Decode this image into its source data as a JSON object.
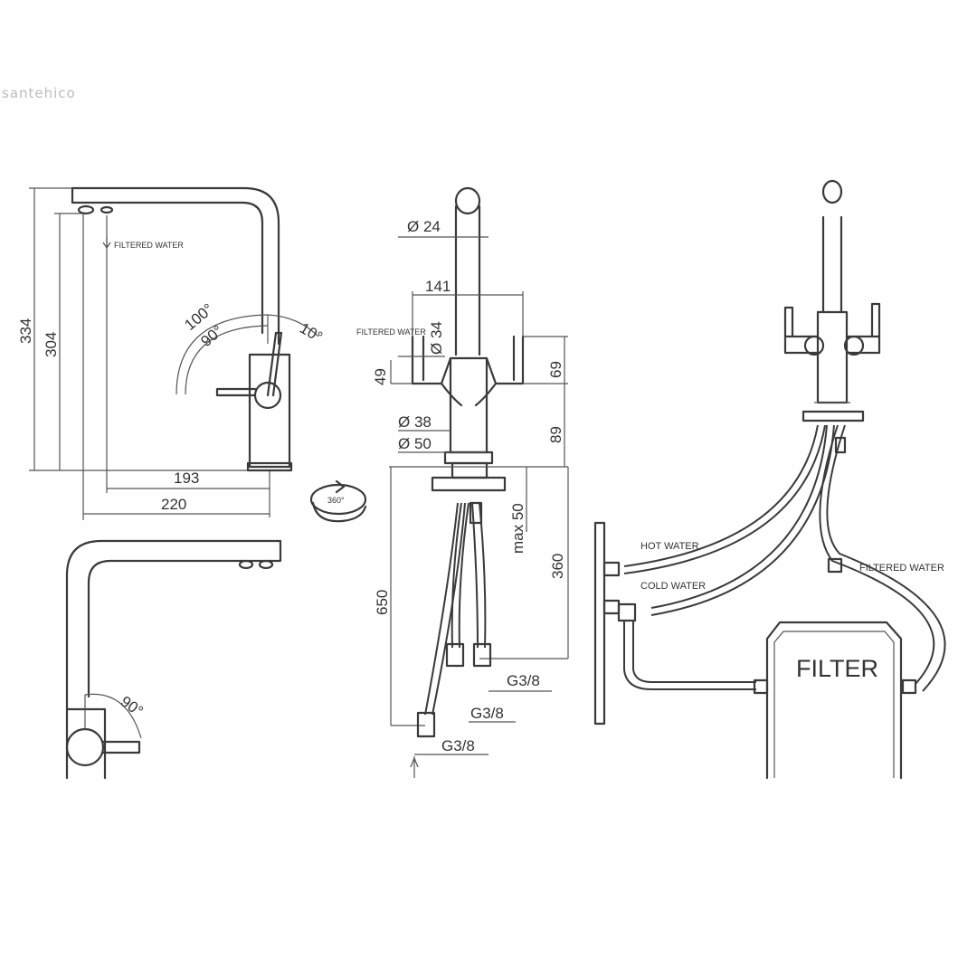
{
  "brand": "santehico",
  "side_view": {
    "height_total": "334",
    "height_spout": "304",
    "reach_193": "193",
    "reach_220": "220",
    "angle_100": "100°",
    "angle_90": "90°",
    "angle_10": "10°",
    "filtered_water": "FILTERED WATER",
    "rotation": "360°"
  },
  "top_view": {
    "angle_90": "90°"
  },
  "front_view": {
    "d24": "Ø 24",
    "w141": "141",
    "d34": "Ø 34",
    "h49": "49",
    "h69": "69",
    "d38": "Ø 38",
    "d50": "Ø 50",
    "h89": "89",
    "max50": "max 50",
    "h360": "360",
    "h650": "650",
    "g38_1": "G3/8",
    "g38_2": "G3/8",
    "g38_3": "G3/8",
    "filtered_water": "FILTERED WATER"
  },
  "install_view": {
    "hot_water": "HOT WATER",
    "cold_water": "COLD WATER",
    "filtered_water": "FILTERED WATER",
    "filter": "FILTER"
  }
}
